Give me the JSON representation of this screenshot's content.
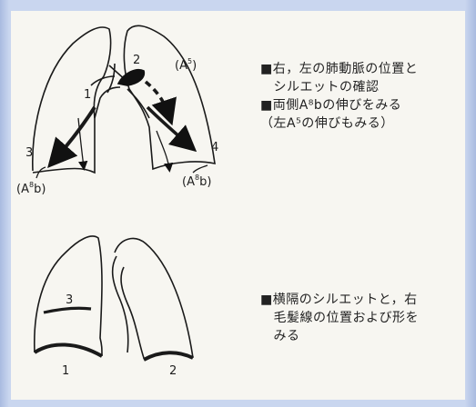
{
  "top_diagram": {
    "numbers": {
      "n1": "1",
      "n2": "2",
      "n3": "3",
      "n4": "4"
    },
    "labels": {
      "a5_base": "(A",
      "a5_sup": "5",
      "a5_close": ")",
      "a8b_left_base": "(A",
      "a8b_left_sup": "8",
      "a8b_left_end": "b)",
      "a8b_right_base": "(A",
      "a8b_right_sup": "8",
      "a8b_right_end": "b)"
    }
  },
  "caption_top": {
    "line1": "■右，左の肺動脈の位置と",
    "line2": "　シルエットの確認",
    "line3": "■両側A⁸bの伸びをみる",
    "line4": "（左A⁵の伸びもみる）"
  },
  "bottom_diagram": {
    "numbers": {
      "n1": "1",
      "n2": "2",
      "n3": "3"
    }
  },
  "caption_bottom": {
    "line1": "■横隔のシルエットと，右",
    "line2": "　毛髪線の位置および形を",
    "line3": "　みる"
  }
}
